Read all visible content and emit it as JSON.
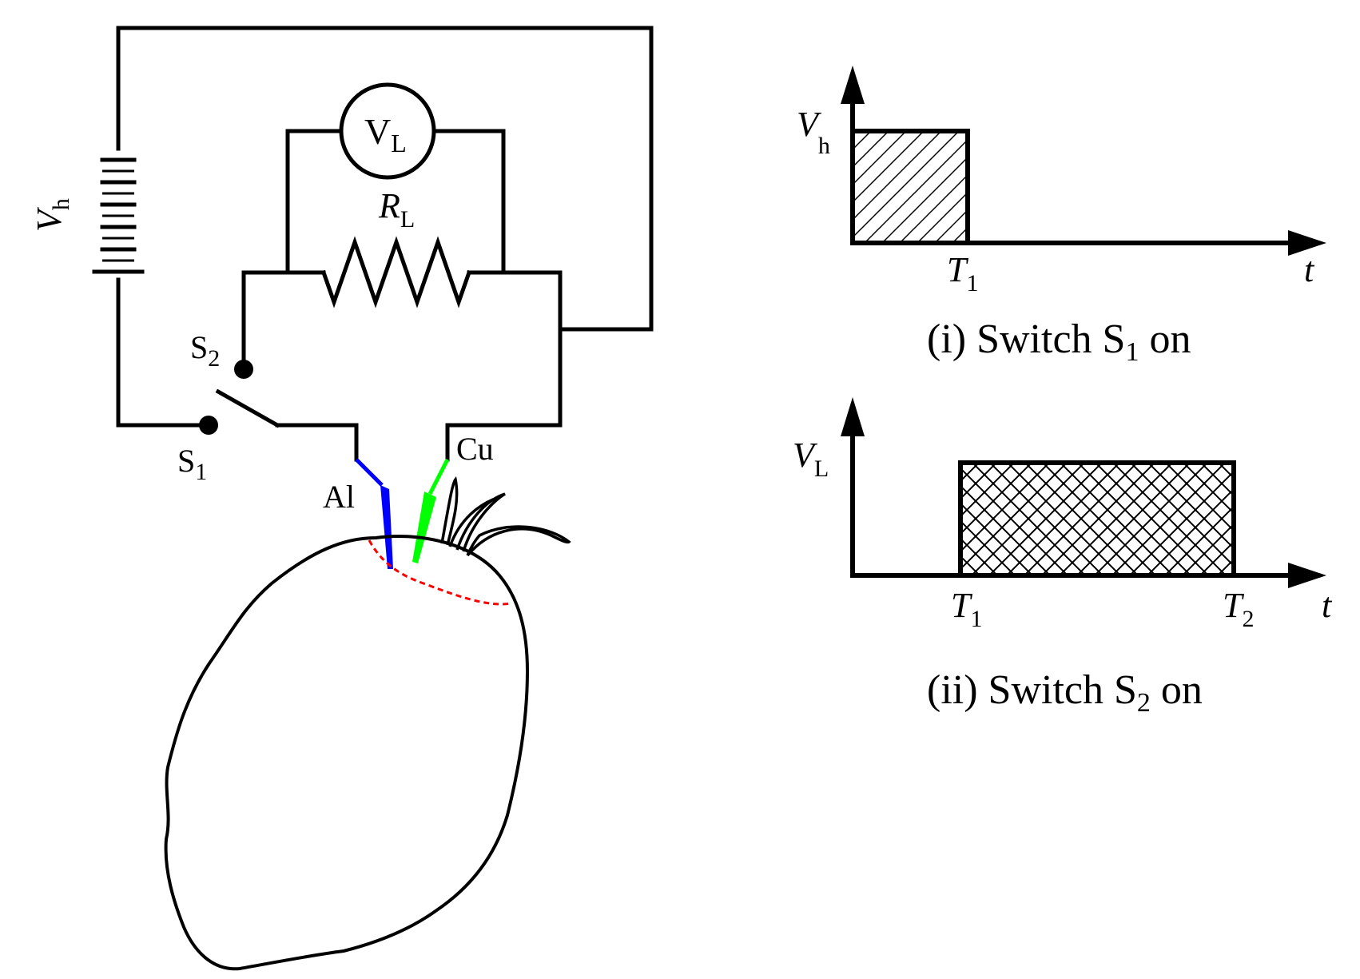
{
  "circuit": {
    "battery_label": {
      "main": "V",
      "sub": "h"
    },
    "voltmeter_label": {
      "main": "V",
      "sub": "L"
    },
    "resistor_label": {
      "main": "R",
      "sub": "L"
    },
    "switch_s1_label": {
      "main": "S",
      "sub": "1"
    },
    "switch_s2_label": {
      "main": "S",
      "sub": "2"
    },
    "electrode_al_label": "Al",
    "electrode_cu_label": "Cu",
    "colors": {
      "al_electrode": "#0000ff",
      "cu_electrode": "#00ff00",
      "boundary": "#ff0000"
    }
  },
  "plot1": {
    "y_label": {
      "main": "V",
      "sub": "h"
    },
    "x_tick": {
      "main": "T",
      "sub": "1"
    },
    "x_label": "t",
    "caption": {
      "prefix": "(i) Switch S",
      "sub": "1",
      "suffix": " on"
    },
    "fill": "diagonal-hatch"
  },
  "plot2": {
    "y_label": {
      "main": "V",
      "sub": "L"
    },
    "x_tick1": {
      "main": "T",
      "sub": "1"
    },
    "x_tick2": {
      "main": "T",
      "sub": "2"
    },
    "x_label": "t",
    "caption": {
      "prefix": "(ii) Switch S",
      "sub": "2",
      "suffix": " on"
    },
    "fill": "cross-hatch"
  }
}
